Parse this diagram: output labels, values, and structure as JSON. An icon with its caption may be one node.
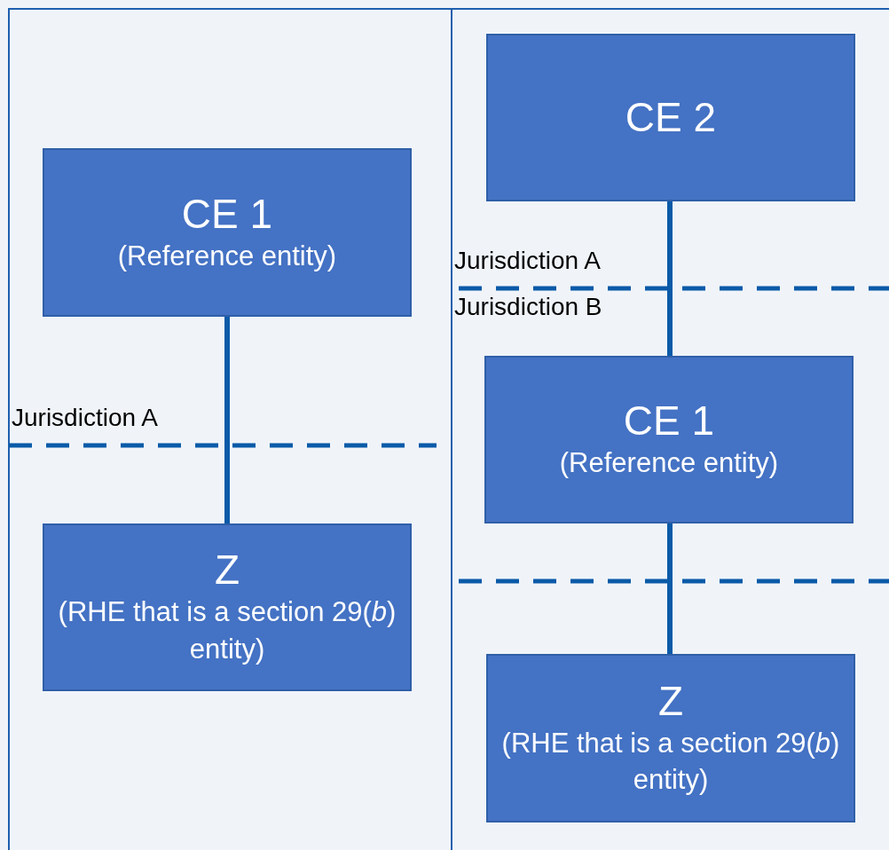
{
  "diagram": {
    "nodes": [
      {
        "text": [
          "CE 1",
          "(Reference entity)"
        ]
      },
      {
        "text": [
          "Z",
          "(RHE that is a section 29(*b*) entity)"
        ]
      },
      {
        "text": [
          "CE 2"
        ]
      },
      {
        "text": [
          "CE 1",
          "(Reference entity)"
        ]
      },
      {
        "text": [
          "Z",
          "(RHE that is a section 29(*b*) entity)"
        ]
      }
    ],
    "edges": [
      {
        "from": 0,
        "to": 1,
        "arrow": "none"
      },
      {
        "from": 2,
        "to": 3,
        "arrow": "none"
      },
      {
        "from": 3,
        "to": 4,
        "arrow": "none"
      }
    ],
    "labels": [
      "Jurisdiction A",
      "Jurisdiction A",
      "Jurisdiction B"
    ]
  }
}
